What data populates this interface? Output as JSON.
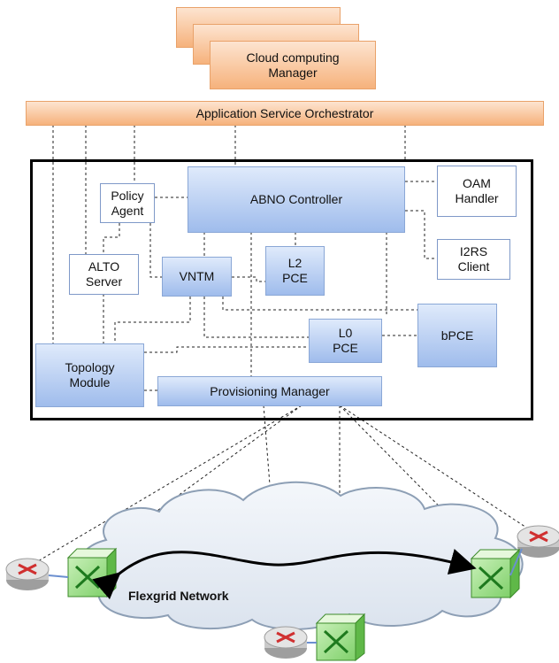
{
  "cloud_manager": {
    "label": "Cloud computing\nManager"
  },
  "orchestrator": {
    "label": "Application Service Orchestrator"
  },
  "abno": {
    "controller": "ABNO Controller",
    "policy_agent": "Policy\nAgent",
    "oam_handler": "OAM\nHandler",
    "i2rs_client": "I2RS\nClient",
    "alto_server": "ALTO\nServer",
    "vntm": "VNTM",
    "l2_pce": "L2\nPCE",
    "l0_pce": "L0\nPCE",
    "bpce": "bPCE",
    "topology_module": "Topology\nModule",
    "provisioning_manager": "Provisioning Manager"
  },
  "network": {
    "label": "Flexgrid Network"
  },
  "colors": {
    "blue_box": "#a9c4ef",
    "orange_box": "#f7b985",
    "border": "#000000"
  }
}
